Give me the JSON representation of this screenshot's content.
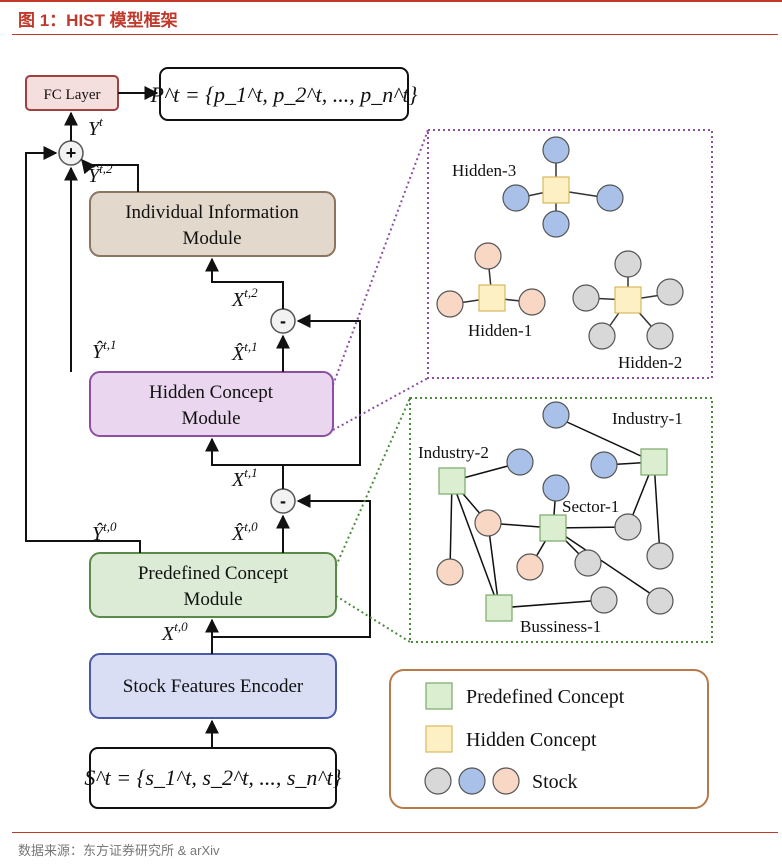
{
  "caption": "图 1：HIST 模型框架",
  "source": "数据来源：东方证券研究所 & arXiv",
  "modules": {
    "fc_layer": "FC Layer",
    "output_formula": "P^t = {p_1^t, p_2^t, ..., p_n^t}",
    "individual_line1": "Individual Information",
    "individual_line2": "Module",
    "hidden_line1": "Hidden Concept",
    "hidden_line2": "Module",
    "predefined_line1": "Predefined Concept",
    "predefined_line2": "Module",
    "encoder": "Stock Features Encoder",
    "input_formula": "S^t = {s_1^t, s_2^t, ..., s_n^t}"
  },
  "symbols": {
    "plus": "+",
    "minus": "-",
    "Y_base": "Y",
    "Y_sup": "t",
    "Yhat2_base": "Ŷ",
    "Yhat2_sup": "t,2",
    "Yhat1_base": "Ŷ",
    "Yhat1_sup": "t,1",
    "Yhat0_base": "Ŷ",
    "Yhat0_sup": "t,0",
    "X2_base": "X",
    "X2_sup": "t,2",
    "Xhat1_base": "X̂",
    "Xhat1_sup": "t,1",
    "X1_base": "X",
    "X1_sup": "t,1",
    "Xhat0_base": "X̂",
    "Xhat0_sup": "t,0",
    "X0_base": "X",
    "X0_sup": "t,0"
  },
  "hidden_graph_labels": {
    "hidden3": "Hidden-3",
    "hidden1": "Hidden-1",
    "hidden2": "Hidden-2"
  },
  "predefined_graph_labels": {
    "industry1": "Industry-1",
    "industry2": "Industry-2",
    "sector1": "Sector-1",
    "business1": "Bussiness-1"
  },
  "legend": {
    "predefined": "Predefined Concept",
    "hidden": "Hidden Concept",
    "stock": "Stock"
  },
  "colors": {
    "caption_red": "#c0392b",
    "fc_fill": "#f5dede",
    "fc_stroke": "#a04040",
    "individual_fill": "#e2d8cc",
    "individual_stroke": "#8a7560",
    "hidden_fill": "#ead7ef",
    "hidden_stroke": "#8e4fa0",
    "predefined_fill": "#dcebd6",
    "predefined_stroke": "#5a8a4a",
    "encoder_fill": "#d9def5",
    "encoder_stroke": "#4a5aa8",
    "green_square": "#dbefd0",
    "yellow_square": "#fdf0c4",
    "blue_stock": "#a9c1e9",
    "orange_stock": "#f8d7c4",
    "gray_stock": "#d8d8d8",
    "legend_border": "#b87a4a",
    "purple_dots": "#8e4fa0",
    "green_dots": "#4c8a3c"
  }
}
